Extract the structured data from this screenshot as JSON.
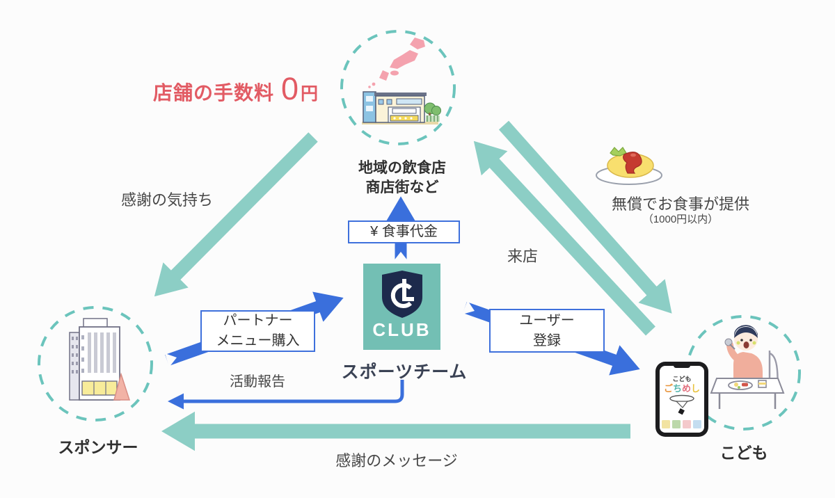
{
  "fee_banner": {
    "prefix": "店舗の手数料",
    "amount": "0",
    "unit": "円"
  },
  "nodes": {
    "restaurant": {
      "label_line1": "地域の飲食店",
      "label_line2": "商店街など"
    },
    "sponsor": {
      "label": "スポンサー"
    },
    "team": {
      "label": "スポーツチーム",
      "logo_text": "CLUB"
    },
    "child": {
      "label": "こども"
    }
  },
  "edges": {
    "meal_payment": {
      "label": "¥ 食事代金"
    },
    "gratitude": {
      "label": "感謝の気持ち"
    },
    "partner_menu": {
      "line1": "パートナー",
      "line2": "メニュー購入"
    },
    "activity_report": {
      "label": "活動報告"
    },
    "user_registration": {
      "line1": "ユーザー",
      "line2": "登録"
    },
    "visit": {
      "label": "来店"
    },
    "free_meal": {
      "label": "無償でお食事が提供",
      "note": "（1000円以内）"
    },
    "thanks_message": {
      "label": "感謝のメッセージ"
    }
  },
  "phone": {
    "app_line1": "こども",
    "app_chars": [
      {
        "c": "ご",
        "color": "#E8953D"
      },
      {
        "c": "ち",
        "color": "#55B5AC"
      },
      {
        "c": "め",
        "color": "#E2707E"
      },
      {
        "c": "し",
        "color": "#E8C23D"
      }
    ]
  },
  "colors": {
    "teal_arrow": "#8CCEC5",
    "dashed_circle": "#6BC4BC",
    "blue_arrow": "#3A6FDC",
    "club_background": "#73BFB4",
    "shield_navy": "#1D2A4C",
    "headline_red": "#E25B64",
    "label_text": "#474747"
  }
}
